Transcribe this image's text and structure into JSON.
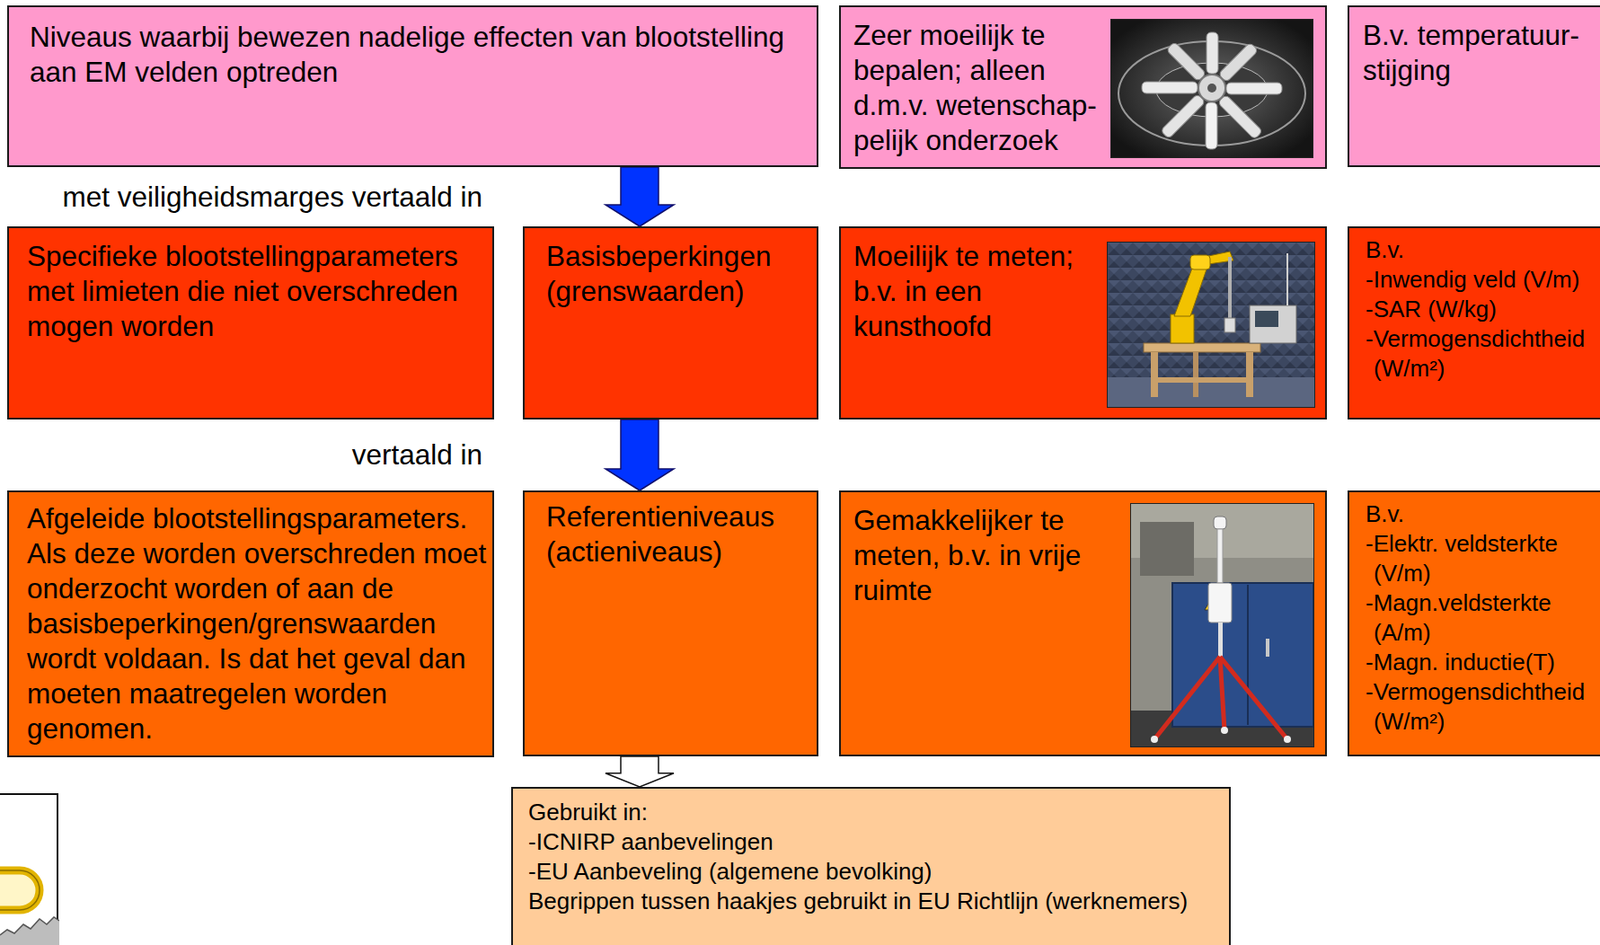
{
  "diagram": {
    "nodes": [
      {
        "text": [
          "Niveaus waarbij bewezen nadelige effecten van blootstelling aan EM velden optreden"
        ]
      },
      {
        "text": [
          "Zeer moeilijk te bepalen; alleen d.m.v. wetenschap- pelijk onderzoek"
        ]
      },
      {
        "text": [
          "B.v. temperatuur- stijging"
        ]
      },
      {
        "text": [
          "Specifieke blootstellingparameters met limieten die niet overschreden mogen worden"
        ]
      },
      {
        "text": [
          "Basisbeperkingen (grenswaarden)"
        ]
      },
      {
        "text": [
          "Moeilijk te meten; b.v. in een kunsthoofd"
        ]
      },
      {
        "text": [
          "B.v.",
          "-Inwendig veld (V/m)",
          "-SAR (W/kg)",
          "-Vermogensdichtheid (W/m²)"
        ]
      },
      {
        "text": [
          "Afgeleide blootstellingsparameters. Als deze worden overschreden moet onderzocht worden of aan de basisbeperkingen/grenswaarden wordt voldaan. Is dat het geval dan moeten maatregelen worden genomen."
        ]
      },
      {
        "text": [
          "Referentieniveaus (actieniveaus)"
        ]
      },
      {
        "text": [
          "Gemakkelijker te meten, b.v. in vrije ruimte"
        ]
      },
      {
        "text": [
          "B.v.",
          "-Elektr. veldsterkte (V/m)",
          "-Magn.veldsterkte (A/m)",
          "-Magn. inductie(T)",
          "-Vermogensdichtheid (W/m²)"
        ]
      },
      {
        "text": [
          "Gebruikt in:",
          "-ICNIRP aanbevelingen",
          "-EU Aanbeveling (algemene bevolking)",
          "Begrippen tussen haakjes gebruikt in EU Richtlijn (werknemers)"
        ]
      }
    ],
    "edges": [
      {
        "from": 0,
        "to": 4,
        "label": "met veiligheidsmarges vertaald in",
        "arrow": "to"
      },
      {
        "from": 4,
        "to": 8,
        "label": "vertaald in",
        "arrow": "to"
      },
      {
        "from": 8,
        "to": 11,
        "arrow": "to"
      }
    ]
  }
}
